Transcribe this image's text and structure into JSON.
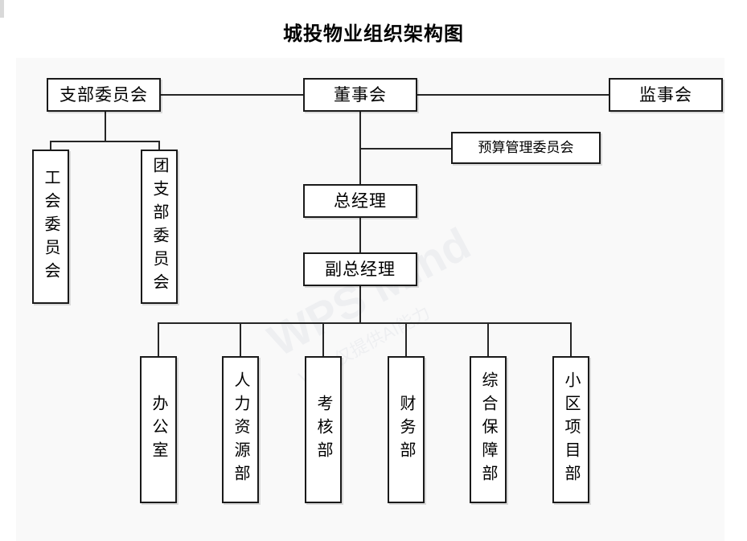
{
  "title": "城投物业组织架构图",
  "watermark": {
    "main": "WPS Mind",
    "sub": "WPS仅提供AI能力"
  },
  "nodes": {
    "party_branch": "支部委员会",
    "board": "董事会",
    "supervisors": "监事会",
    "budget_committee": "预算管理委员会",
    "union": "工会委员会",
    "youth_league": "团支部委员会",
    "general_manager": "总经理",
    "deputy_manager": "副总经理"
  },
  "departments": [
    {
      "name": "办公室"
    },
    {
      "name": "人力资源部"
    },
    {
      "name": "考核部"
    },
    {
      "name": "财务部"
    },
    {
      "name": "综合保障部"
    },
    {
      "name": "小区项目部"
    }
  ],
  "chart_data": {
    "type": "diagram",
    "diagram_kind": "organization-chart",
    "title": "城投物业组织架构图",
    "orientation": "top-down",
    "nodes": [
      {
        "id": "party_branch",
        "label": "支部委员会",
        "level": 0,
        "text_direction": "horizontal"
      },
      {
        "id": "board",
        "label": "董事会",
        "level": 0,
        "text_direction": "horizontal"
      },
      {
        "id": "supervisors",
        "label": "监事会",
        "level": 0,
        "text_direction": "horizontal"
      },
      {
        "id": "budget_committee",
        "label": "预算管理委员会",
        "level": 1,
        "text_direction": "horizontal"
      },
      {
        "id": "union",
        "label": "工会委员会",
        "level": 1,
        "text_direction": "vertical"
      },
      {
        "id": "youth_league",
        "label": "团支部委员会",
        "level": 1,
        "text_direction": "vertical"
      },
      {
        "id": "general_manager",
        "label": "总经理",
        "level": 2,
        "text_direction": "horizontal"
      },
      {
        "id": "deputy_manager",
        "label": "副总经理",
        "level": 3,
        "text_direction": "horizontal"
      },
      {
        "id": "office",
        "label": "办公室",
        "level": 4,
        "text_direction": "vertical"
      },
      {
        "id": "hr",
        "label": "人力资源部",
        "level": 4,
        "text_direction": "vertical"
      },
      {
        "id": "assessment",
        "label": "考核部",
        "level": 4,
        "text_direction": "vertical"
      },
      {
        "id": "finance",
        "label": "财务部",
        "level": 4,
        "text_direction": "vertical"
      },
      {
        "id": "support",
        "label": "综合保障部",
        "level": 4,
        "text_direction": "vertical"
      },
      {
        "id": "community_project",
        "label": "小区项目部",
        "level": 4,
        "text_direction": "vertical"
      }
    ],
    "edges": [
      {
        "from": "party_branch",
        "to": "board",
        "style": "horizontal-peer"
      },
      {
        "from": "board",
        "to": "supervisors",
        "style": "horizontal-peer"
      },
      {
        "from": "party_branch",
        "to": "union"
      },
      {
        "from": "party_branch",
        "to": "youth_league"
      },
      {
        "from": "board",
        "to": "budget_committee"
      },
      {
        "from": "board",
        "to": "general_manager"
      },
      {
        "from": "general_manager",
        "to": "deputy_manager"
      },
      {
        "from": "deputy_manager",
        "to": "office"
      },
      {
        "from": "deputy_manager",
        "to": "hr"
      },
      {
        "from": "deputy_manager",
        "to": "assessment"
      },
      {
        "from": "deputy_manager",
        "to": "finance"
      },
      {
        "from": "deputy_manager",
        "to": "support"
      },
      {
        "from": "deputy_manager",
        "to": "community_project"
      }
    ],
    "colors": {
      "box_border": "#1a1a1a",
      "box_fill": "#ffffff",
      "line": "#262626",
      "canvas": "#f9f9f9",
      "text": "#000000"
    }
  }
}
